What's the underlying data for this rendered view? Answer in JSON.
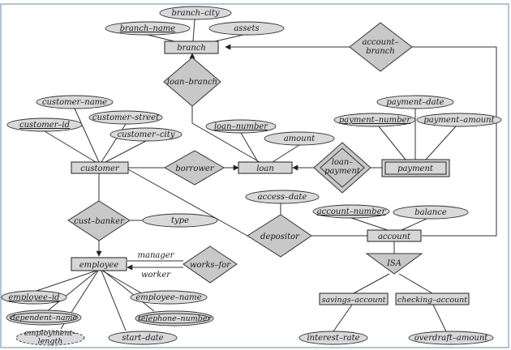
{
  "entities": {
    "branch": "branch",
    "customer": "customer",
    "loan": "loan",
    "payment": "payment",
    "employee": "employee",
    "account": "account",
    "savings_account": "savings–account",
    "checking_account": "checking–account"
  },
  "relationships": {
    "account_branch": [
      "account–",
      "branch"
    ],
    "loan_branch": "loan–branch",
    "borrower": "borrower",
    "loan_payment": [
      "loan–",
      "payment"
    ],
    "depositor": "depositor",
    "cust_banker": "cust–banker",
    "works_for": "works–for",
    "isa": "ISA"
  },
  "attributes": {
    "branch_city": "branch–city",
    "branch_name": "branch–name",
    "assets": "assets",
    "customer_name": "customer–name",
    "customer_street": "customer–street",
    "customer_id": "customer–id",
    "customer_city": "customer–city",
    "loan_number": "loan–number",
    "amount": "amount",
    "payment_date": "payment–date",
    "payment_number": "payment–number",
    "payment_amount": "payment–amount",
    "access_date": "access–date",
    "account_number": "account–number",
    "balance": "balance",
    "type": "type",
    "employee_id": "employee–id",
    "dependent_name": "dependent–name",
    "employee_name": "employee–name",
    "telephone_number": "telephone–number",
    "employment_length": [
      "employment–",
      "length"
    ],
    "start_date": "start–date",
    "interest_rate": "interest–rate",
    "overdraft_amount": "overdraft–amount"
  },
  "roles": {
    "manager": "manager",
    "worker": "worker"
  }
}
